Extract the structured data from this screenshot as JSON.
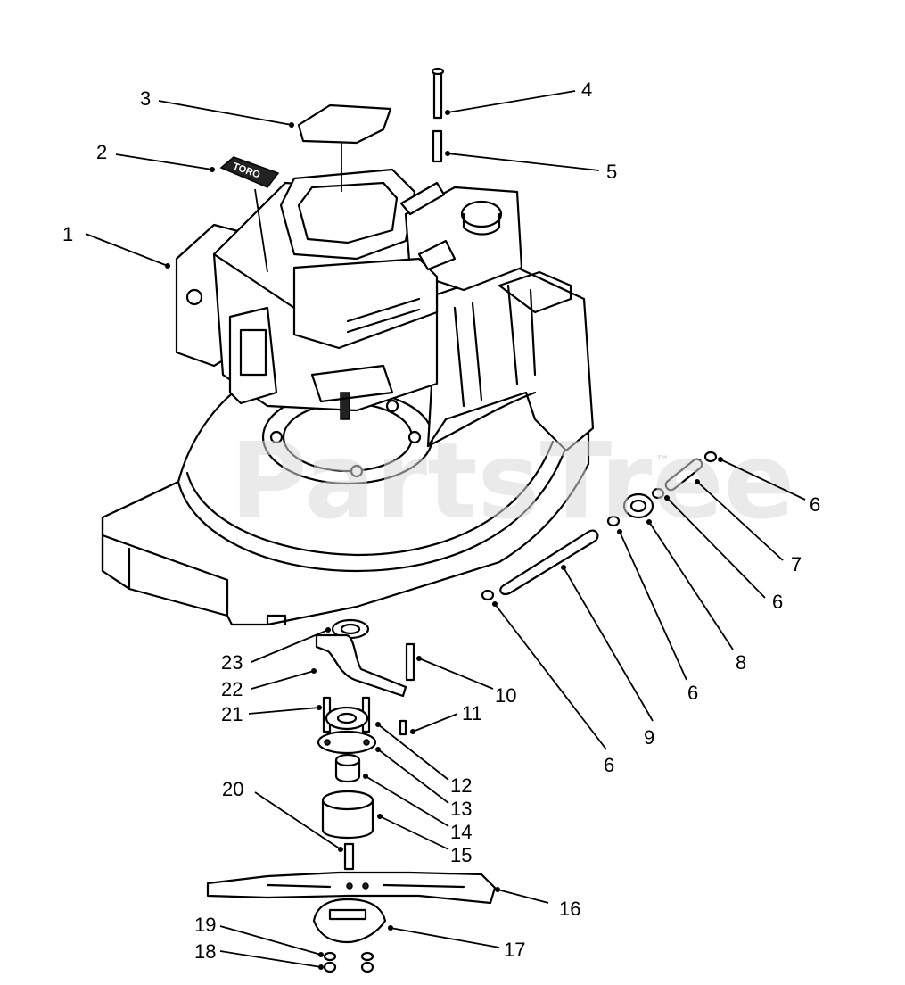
{
  "watermark": {
    "text": "PartsTree",
    "trademark": "™"
  },
  "decal_text": "TORO",
  "callouts": [
    {
      "id": "c1",
      "number": "1"
    },
    {
      "id": "c2",
      "number": "2"
    },
    {
      "id": "c3",
      "number": "3"
    },
    {
      "id": "c4",
      "number": "4"
    },
    {
      "id": "c5",
      "number": "5"
    },
    {
      "id": "c6a",
      "number": "6"
    },
    {
      "id": "c6b",
      "number": "6"
    },
    {
      "id": "c6c",
      "number": "6"
    },
    {
      "id": "c6d",
      "number": "6"
    },
    {
      "id": "c7",
      "number": "7"
    },
    {
      "id": "c8",
      "number": "8"
    },
    {
      "id": "c9",
      "number": "9"
    },
    {
      "id": "c10",
      "number": "10"
    },
    {
      "id": "c11",
      "number": "11"
    },
    {
      "id": "c12",
      "number": "12"
    },
    {
      "id": "c13",
      "number": "13"
    },
    {
      "id": "c14",
      "number": "14"
    },
    {
      "id": "c15",
      "number": "15"
    },
    {
      "id": "c16",
      "number": "16"
    },
    {
      "id": "c17",
      "number": "17"
    },
    {
      "id": "c18",
      "number": "18"
    },
    {
      "id": "c19",
      "number": "19"
    },
    {
      "id": "c20",
      "number": "20"
    },
    {
      "id": "c21",
      "number": "21"
    },
    {
      "id": "c22",
      "number": "22"
    },
    {
      "id": "c23",
      "number": "23"
    }
  ]
}
